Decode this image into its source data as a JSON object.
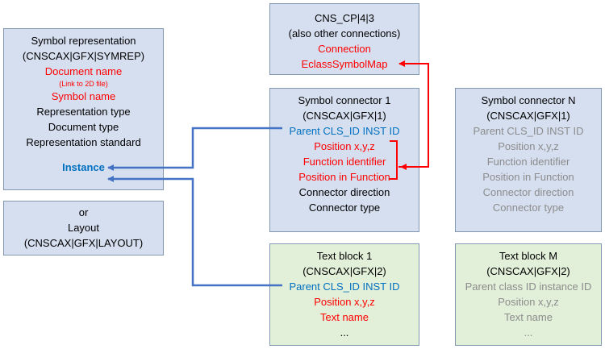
{
  "symrep": {
    "title": "Symbol representation",
    "code": "(CNSCAX|GFX|SYMREP)",
    "doc_name": "Document name",
    "doc_note": "(Link to 2D file)",
    "sym_name": "Symbol name",
    "rep_type": "Representation type",
    "doc_type": "Document type",
    "rep_std": "Representation standard",
    "instance": "Instance"
  },
  "layout": {
    "or": "or",
    "title": "Layout",
    "code": "(CNSCAX|GFX|LAYOUT)"
  },
  "cnscp": {
    "title": "CNS_CP|4|3",
    "note": "(also other connections)",
    "connection": "Connection",
    "eclass": "EclassSymbolMap"
  },
  "conn1": {
    "title": "Symbol connector 1",
    "code": "(CNSCAX|GFX|1)",
    "parent": "Parent CLS_ID INST ID",
    "position": "Position x,y,z",
    "func_id": "Function identifier",
    "pos_func": "Position in Function",
    "direction": "Connector direction",
    "type": "Connector type"
  },
  "connN": {
    "title": "Symbol connector N",
    "code": "(CNSCAX|GFX|1)",
    "parent": "Parent CLS_ID INST ID",
    "position": "Position x,y,z",
    "func_id": "Function identifier",
    "pos_func": "Position in Function",
    "direction": "Connector direction",
    "type": "Connector type"
  },
  "text1": {
    "title": "Text block 1",
    "code": "(CNSCAX|GFX|2)",
    "parent": "Parent CLS_ID INST ID",
    "position": "Position x,y,z",
    "text_name": "Text name",
    "ellipsis": "..."
  },
  "textM": {
    "title": "Text block M",
    "code": "(CNSCAX|GFX|2)",
    "parent": "Parent class ID instance ID",
    "position": "Position x,y,z",
    "text_name": "Text name",
    "ellipsis": "..."
  },
  "colors": {
    "box_blue": "#d6dff0",
    "box_green": "#e2efd9",
    "border": "#8497b0",
    "highlight_red": "#ff0000",
    "link_blue": "#0070c0",
    "arrow_blue": "#4472c4",
    "grey_text": "#8c8c8c"
  }
}
